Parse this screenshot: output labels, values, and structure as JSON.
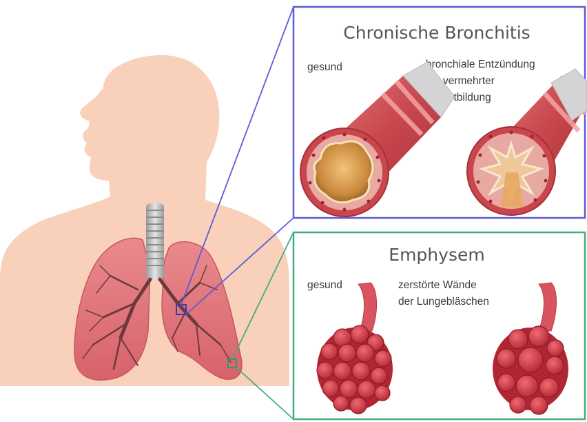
{
  "panels": {
    "bronchitis": {
      "title": "Chronische Bronchitis",
      "healthy_label": "gesund",
      "diseased_label_lines": [
        "bronchiale Entzündung",
        "mit vermehrter",
        "Sekretbildung"
      ],
      "border_color": "#5b5bd6"
    },
    "emphysema": {
      "title": "Emphysem",
      "healthy_label": "gesund",
      "diseased_label_lines": [
        "zerstörte Wände",
        "der Lungebläschen"
      ],
      "border_color": "#3fae7a"
    }
  },
  "colors": {
    "skin": "#f9d0ba",
    "lung": "#e07a80",
    "bronchi": "#6b3a3a",
    "tissue": "#c93c47"
  }
}
